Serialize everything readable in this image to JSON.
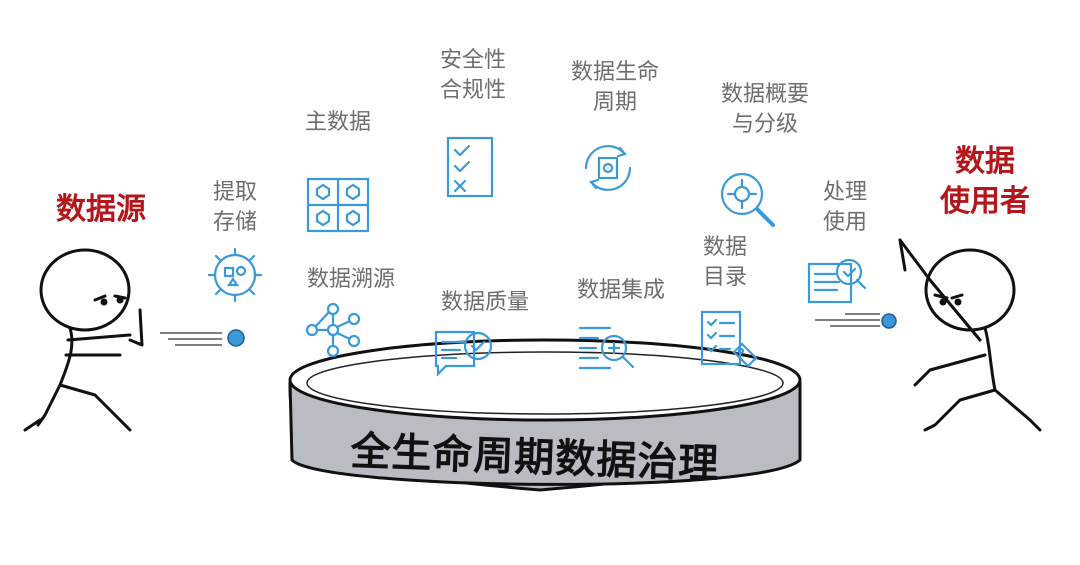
{
  "diagram": {
    "source_label": "数据源",
    "consumer_label": "数据\n使用者",
    "platform_label": "全生命周期数据治理",
    "colors": {
      "accent": "#3a9ad9",
      "red": "#b3171b",
      "label": "#6e6e6e",
      "platform": "#b9bcc2"
    },
    "capabilities": [
      {
        "id": "extract-storage",
        "label": "提取\n存储",
        "icon": "gear-icon"
      },
      {
        "id": "master-data",
        "label": "主数据",
        "icon": "grid-icon"
      },
      {
        "id": "lineage",
        "label": "数据溯源",
        "icon": "network-icon"
      },
      {
        "id": "security",
        "label": "安全性\n合规性",
        "icon": "checklist-icon"
      },
      {
        "id": "quality",
        "label": "数据质量",
        "icon": "quality-badge-icon"
      },
      {
        "id": "lifecycle",
        "label": "数据生命\n周期",
        "icon": "cycle-icon"
      },
      {
        "id": "integration",
        "label": "数据集成",
        "icon": "magnifier-lines-icon"
      },
      {
        "id": "overview",
        "label": "数据概要\n与分级",
        "icon": "magnifier-icon"
      },
      {
        "id": "catalog",
        "label": "数据\n目录",
        "icon": "catalog-tag-icon"
      },
      {
        "id": "processing",
        "label": "处理\n使用",
        "icon": "report-check-icon"
      }
    ]
  }
}
